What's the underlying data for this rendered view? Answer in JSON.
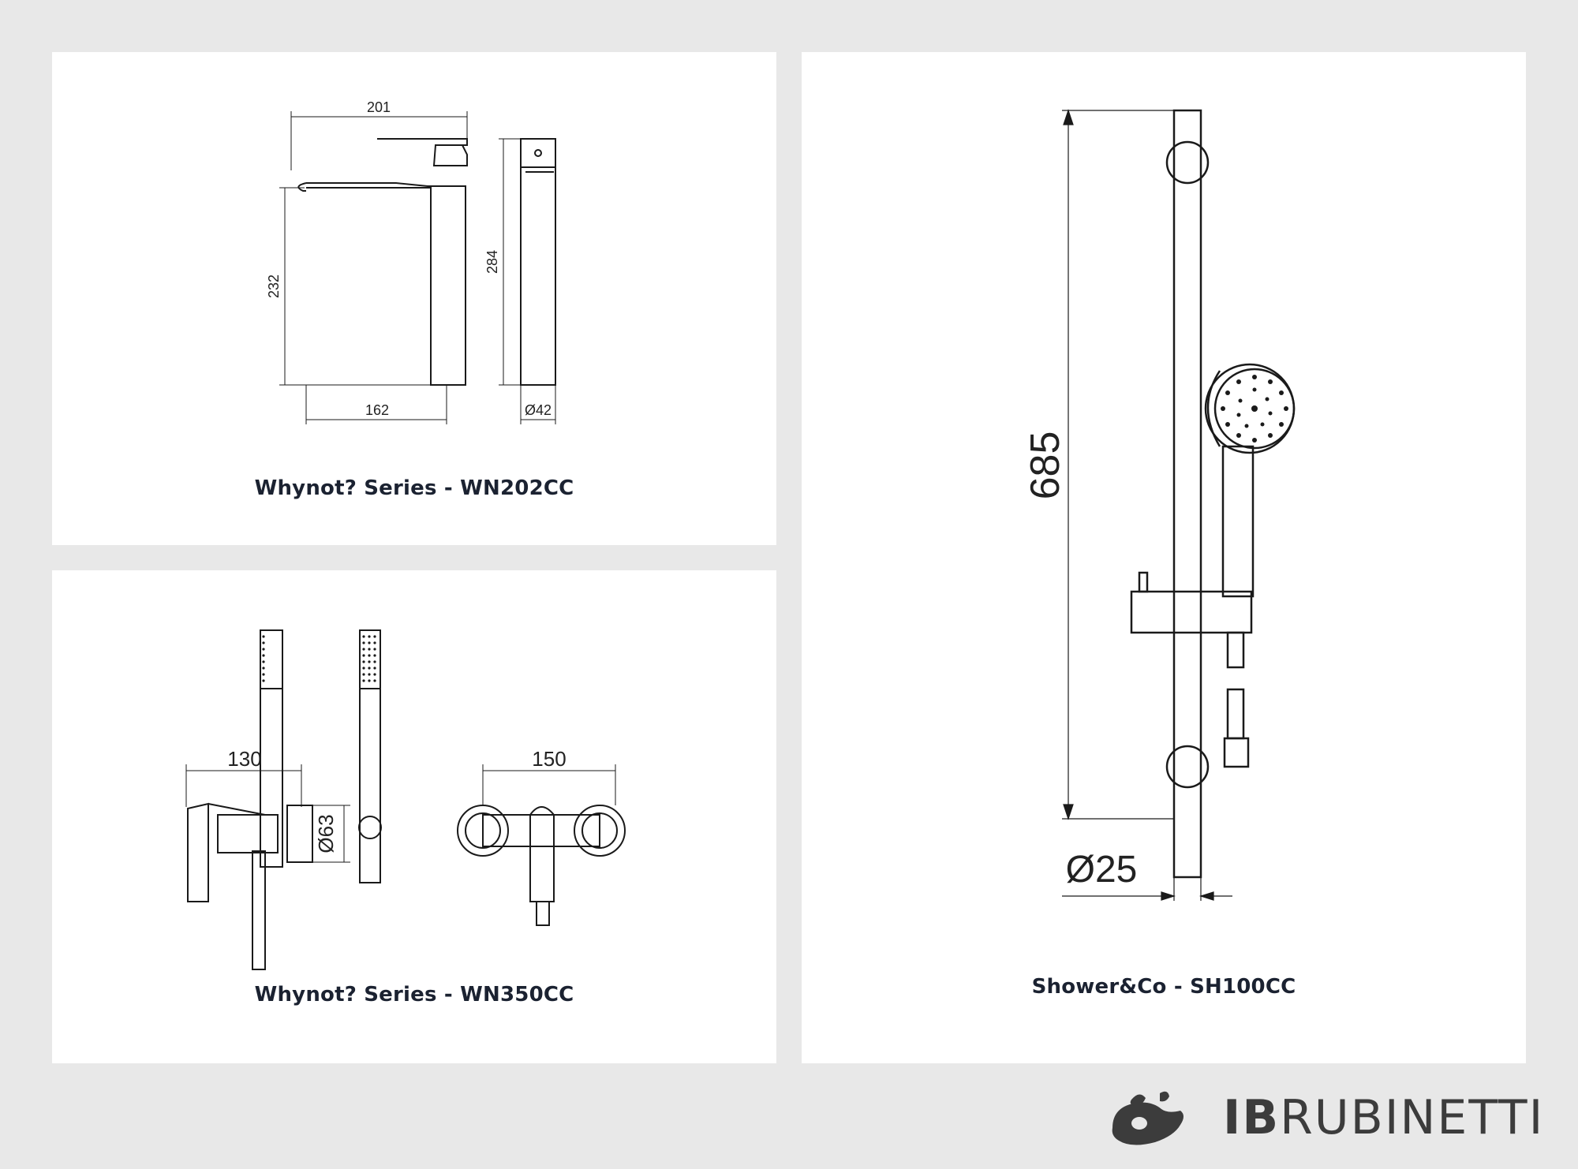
{
  "panels": [
    {
      "caption": "Whynot? Series - WN202CC",
      "dims": {
        "width_top": "201",
        "height_left": "232",
        "height_side": "284",
        "base": "162",
        "diameter": "Ø42"
      }
    },
    {
      "caption": "Whynot? Series - WN350CC",
      "dims": {
        "width_left": "130",
        "diameter": "Ø63",
        "width_right": "150"
      }
    },
    {
      "caption": "Shower&Co - SH100CC",
      "dims": {
        "height": "685",
        "diameter": "Ø25"
      }
    }
  ],
  "brand": {
    "part1": "IB",
    "part2": "RUBINETTI"
  },
  "colors": {
    "background": "#e8e8e8",
    "card": "#ffffff",
    "caption": "#1b2231",
    "logo": "#3c3c3c"
  }
}
